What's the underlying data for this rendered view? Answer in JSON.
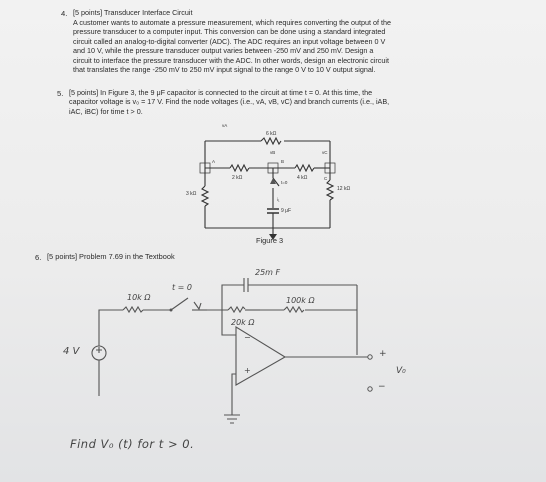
{
  "problem4": {
    "number": "4.",
    "header": "[5 points] Transducer Interface Circuit",
    "lines": [
      "A customer wants to automate a pressure measurement, which requires converting the output of the",
      "pressure transducer to a computer input. This conversion can be done using a standard integrated",
      "circuit called an analog-to-digital converter (ADC). The ADC requires an input voltage between 0 V",
      "and 10 V, while the pressure transducer output varies between -250 mV and 250 mV. Design a",
      "circuit to interface the pressure transducer with the ADC. In other words, design an electronic circuit",
      "that translates the range -250 mV to 250 mV input signal to the range 0 V to 10 V output signal."
    ]
  },
  "problem5": {
    "number": "5.",
    "lines": [
      "[5 points] In Figure 3, the 9 μF capacitor is connected to the circuit at time t = 0. At this time, the",
      "capacitor voltage is v₀ = 17 V. Find the node voltages (i.e., vA, vB, vC) and branch currents (i.e., iAB,",
      "iAC, iBC) for time t > 0."
    ]
  },
  "figure3": {
    "caption": "Figure 3",
    "labels": {
      "r_top": "6 kΩ",
      "r_ab": "2 kΩ",
      "r_bc": "4 kΩ",
      "r_left": "3 kΩ",
      "r_right": "12 kΩ",
      "cap": "9 μF",
      "node_a": "A",
      "node_b": "B",
      "node_c": "C",
      "va": "vA",
      "vb": "vB",
      "vc": "vC",
      "switch": "t=0",
      "current": "i₁"
    }
  },
  "problem6": {
    "number": "6.",
    "header": "[5 points] Problem 7.69 in the Textbook"
  },
  "handwritten": {
    "r1": "10k Ω",
    "switch": "t = 0",
    "cap": "25m F",
    "rf": "100k Ω",
    "r2": "20k Ω",
    "source": "4 V",
    "plus": "+",
    "minus": "−",
    "vo": "V₀",
    "task": "Find  V₀ (t)  for  t > 0."
  }
}
